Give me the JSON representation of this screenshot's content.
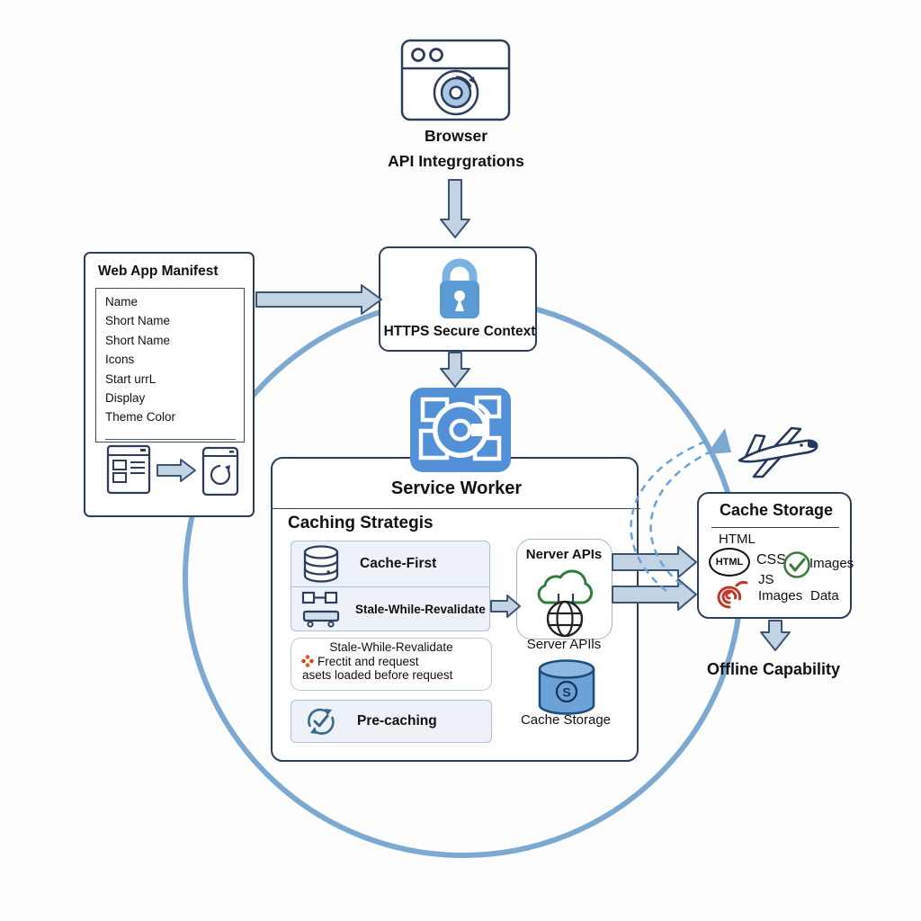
{
  "colors": {
    "navy_border": "#2c3e5c",
    "accent_blue": "#5b9bd5",
    "circle_blue": "#7ca9d2",
    "arrow_fill": "#c2d3e4",
    "panel_fill": "#edf2f8",
    "cloud_green": "#2e7d3e",
    "check_green": "#3f7d3f",
    "spiral_red": "#c0392b",
    "sparkle_orange": "#e05e1f",
    "cylinder_blue": "#6ba3d8"
  },
  "browser": {
    "line1": "Browser",
    "line2": "API Integrgrations"
  },
  "manifest": {
    "title": "Web App Manifest",
    "items": [
      "Name",
      "Short Name",
      "Short Name",
      "Icons",
      "Start urrL",
      "Display",
      "Theme Color"
    ]
  },
  "https": {
    "label": "HTTPS Secure Context"
  },
  "service_worker": {
    "title": "Service Worker",
    "caching_title": "Caching Strategis",
    "strategy1": "Cache-First",
    "strategy2": "Stale-While-Revalidate",
    "note_line1": "Stale-While-Revalidate",
    "note_line2": "Frectit and request",
    "note_line3": "asets loaded before request",
    "precaching": "Pre-caching"
  },
  "server_apis": {
    "title": "Nerver APIs",
    "caption": "Server APIls"
  },
  "cache_db": {
    "caption": "Cache Storage",
    "logo": "S"
  },
  "cache_storage": {
    "title": "Cache Storage",
    "html_label": "HTML",
    "html_badge": "HTML",
    "css": "CSS",
    "images_top": "Images",
    "js": "JS",
    "images_bottom": "Images",
    "data": "Data"
  },
  "offline": {
    "label": "Offline Capability"
  }
}
